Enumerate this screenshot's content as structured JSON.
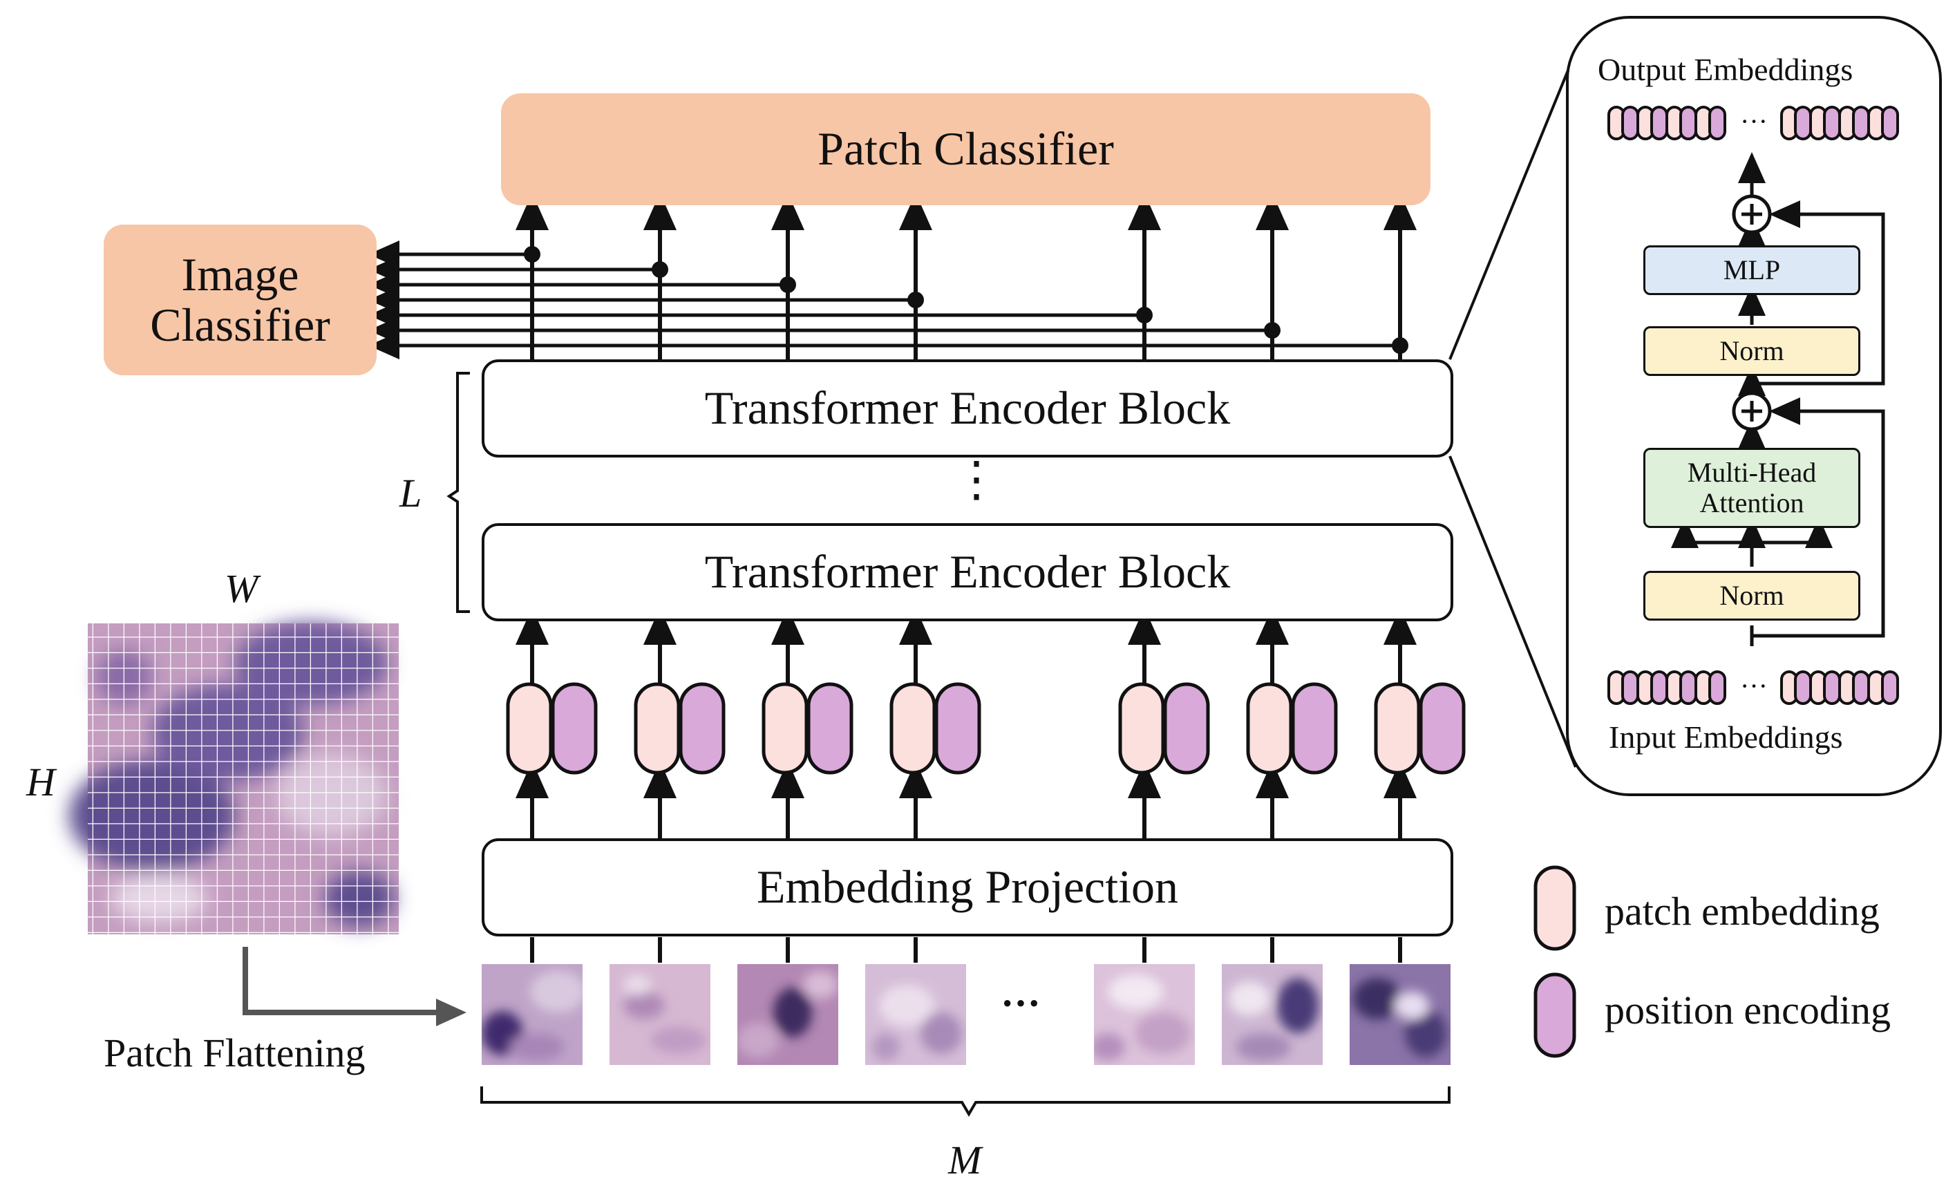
{
  "patch_classifier": "Patch Classifier",
  "image_classifier": "Image\nClassifier",
  "encoder_block_top": "Transformer Encoder Block",
  "encoder_block_bottom": "Transformer Encoder Block",
  "vertical_ellipsis": "⋮",
  "embedding_projection": "Embedding Projection",
  "label_L": "L",
  "label_W": "W",
  "label_H": "H",
  "label_M": "M",
  "patch_flattening": "Patch Flattening",
  "patch_ellipsis": "···",
  "detail": {
    "output_embeddings": "Output Embeddings",
    "input_embeddings": "Input Embeddings",
    "mlp": "MLP",
    "norm_top": "Norm",
    "attention": "Multi-Head\nAttention",
    "norm_bottom": "Norm",
    "ellipsis": "···",
    "plus": "+"
  },
  "legend": {
    "patch_embedding": "patch embedding",
    "position_encoding": "position encoding"
  },
  "colors": {
    "classifier": "#f7c6a6",
    "patch_embedding": "#fbe0de",
    "position_encoding": "#d9a9d9",
    "mlp": "#dce8f5",
    "norm": "#fdf1cc",
    "attention": "#dff0da"
  }
}
